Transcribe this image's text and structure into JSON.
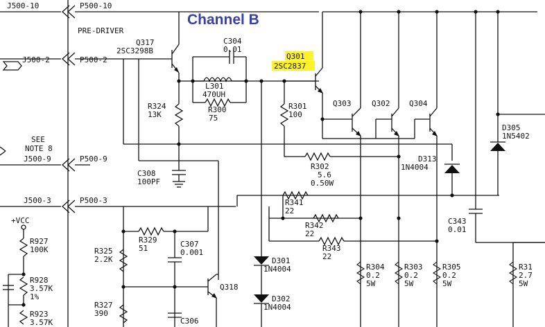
{
  "title": "Channel B",
  "connectors": {
    "j500_10": "J500-10",
    "p500_10": "P500-10",
    "j500_2": "J500-2",
    "p500_2": "P500-2",
    "j500_9": "J500-9",
    "p500_9": "P500-9",
    "j500_3": "J500-3",
    "p500_3": "P500-3"
  },
  "notes": {
    "pre_driver": "PRE-DRIVER",
    "see": "SEE",
    "note8": "NOTE 8",
    "vcc": "+VCC"
  },
  "transistors": {
    "q317": {
      "ref": "Q317",
      "part": "2SC3298B"
    },
    "q301": {
      "ref": "Q301",
      "part": "2SC2837"
    },
    "q303": {
      "ref": "Q303"
    },
    "q302": {
      "ref": "Q302"
    },
    "q304": {
      "ref": "Q304"
    },
    "q318": {
      "ref": "Q318"
    }
  },
  "capacitors": {
    "c304": {
      "ref": "C304",
      "value": "0.01"
    },
    "c308": {
      "ref": "C308",
      "value": "100PF"
    },
    "c307": {
      "ref": "C307",
      "value": "0.001"
    },
    "c343": {
      "ref": "C343",
      "value": "0.01"
    },
    "c306": {
      "ref": "C306"
    }
  },
  "inductors": {
    "l301": {
      "ref": "L301",
      "value": "470UH"
    }
  },
  "resistors": {
    "r300": {
      "ref": "R300",
      "value": "75"
    },
    "r324": {
      "ref": "R324",
      "value": "13K"
    },
    "r301": {
      "ref": "R301",
      "value": "100"
    },
    "r302": {
      "ref": "R302",
      "value": "5.6",
      "rating": "0.50W"
    },
    "r341": {
      "ref": "R341",
      "value": "22"
    },
    "r342": {
      "ref": "R342",
      "value": "22"
    },
    "r343": {
      "ref": "R343",
      "value": "22"
    },
    "r329": {
      "ref": "R329",
      "value": "51"
    },
    "r325": {
      "ref": "R325",
      "value": "2.2K"
    },
    "r327": {
      "ref": "R327",
      "value": "390"
    },
    "r927": {
      "ref": "R927",
      "value": "100K"
    },
    "r928": {
      "ref": "R928",
      "value": "3.57K",
      "tol": "1%"
    },
    "r923": {
      "ref": "R923",
      "value": "3.57K"
    },
    "r304": {
      "ref": "R304",
      "value": "0.2",
      "rating": "5W"
    },
    "r303": {
      "ref": "R303",
      "value": "0.2",
      "rating": "5W"
    },
    "r305": {
      "ref": "R305",
      "value": "0.2",
      "rating": "5W"
    },
    "r31x": {
      "ref": "R31",
      "value": "2.7",
      "rating": "5W"
    }
  },
  "diodes": {
    "d305": {
      "ref": "D305",
      "part": "1N5402"
    },
    "d313": {
      "ref": "D313",
      "part": "1N4004"
    },
    "d301": {
      "ref": "D301",
      "part": "1N4004"
    },
    "d302": {
      "ref": "D302",
      "part": "1N4004"
    }
  }
}
